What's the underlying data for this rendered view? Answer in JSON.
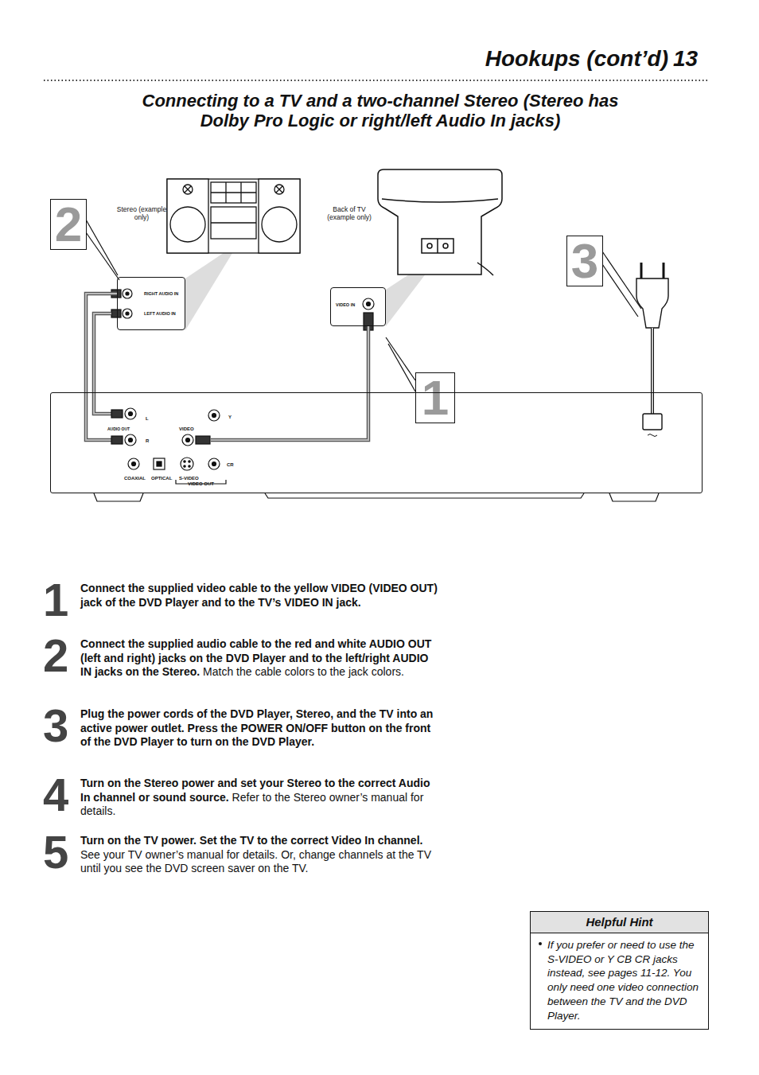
{
  "diagram": {
    "title": "Connecting to a TV and a two-channel Stereo (Stereo has Dolby Pro Logic or right/left Audio In jacks)",
    "nodes": [
      {
        "text": [
          "RIGHT AUDIO IN",
          "LEFT AUDIO IN"
        ]
      },
      {
        "text": [
          "VIDEO IN"
        ]
      },
      {
        "text": [
          "2"
        ]
      },
      {
        "text": [
          "1"
        ]
      },
      {
        "text": [
          "3"
        ]
      },
      {
        "text": [
          "L",
          "AUDIO OUT",
          "R",
          "VIDEO",
          "Y",
          "CR",
          "COAXIAL",
          "OPTICAL",
          "S-VIDEO",
          "VIDEO OUT"
        ]
      },
      {
        "text": [
          "Helpful Hint",
          "If you prefer or need to use the S-VIDEO or Y CB CR jacks instead, see pages 11-12. You only need one video connection between the TV and the DVD Player."
        ]
      }
    ],
    "edges": [
      {
        "from": 0,
        "to": 5,
        "arrow": "none"
      },
      {
        "from": 1,
        "to": 5,
        "arrow": "none"
      }
    ],
    "labels": [
      "Hookups (cont’d)",
      "13",
      "Stereo (example only)",
      "Back of TV (example only)",
      "1",
      "Connect the supplied video cable to the yellow VIDEO (VIDEO OUT) jack of the DVD Player and to the TV’s VIDEO IN jack.",
      "2",
      "Connect the supplied audio cable to the red and white AUDIO OUT (left and right) jacks on the DVD Player and to the left/right AUDIO IN jacks on the Stereo.",
      "Match the cable colors to the jack colors.",
      "3",
      "Plug the power cords of the DVD Player, Stereo, and the TV into an active power outlet. Press the POWER ON/OFF button on the front of the DVD Player to turn on the DVD Player.",
      "4",
      "Turn on the Stereo power and set your Stereo to the correct Audio In channel or sound source.",
      "Refer to the Stereo owner’s manual for details.",
      "5",
      "Turn on the TV power. Set the TV to the correct Video In channel.",
      "See your TV owner’s manual for details. Or, change channels at the TV until you see the DVD screen saver on the TV."
    ]
  }
}
